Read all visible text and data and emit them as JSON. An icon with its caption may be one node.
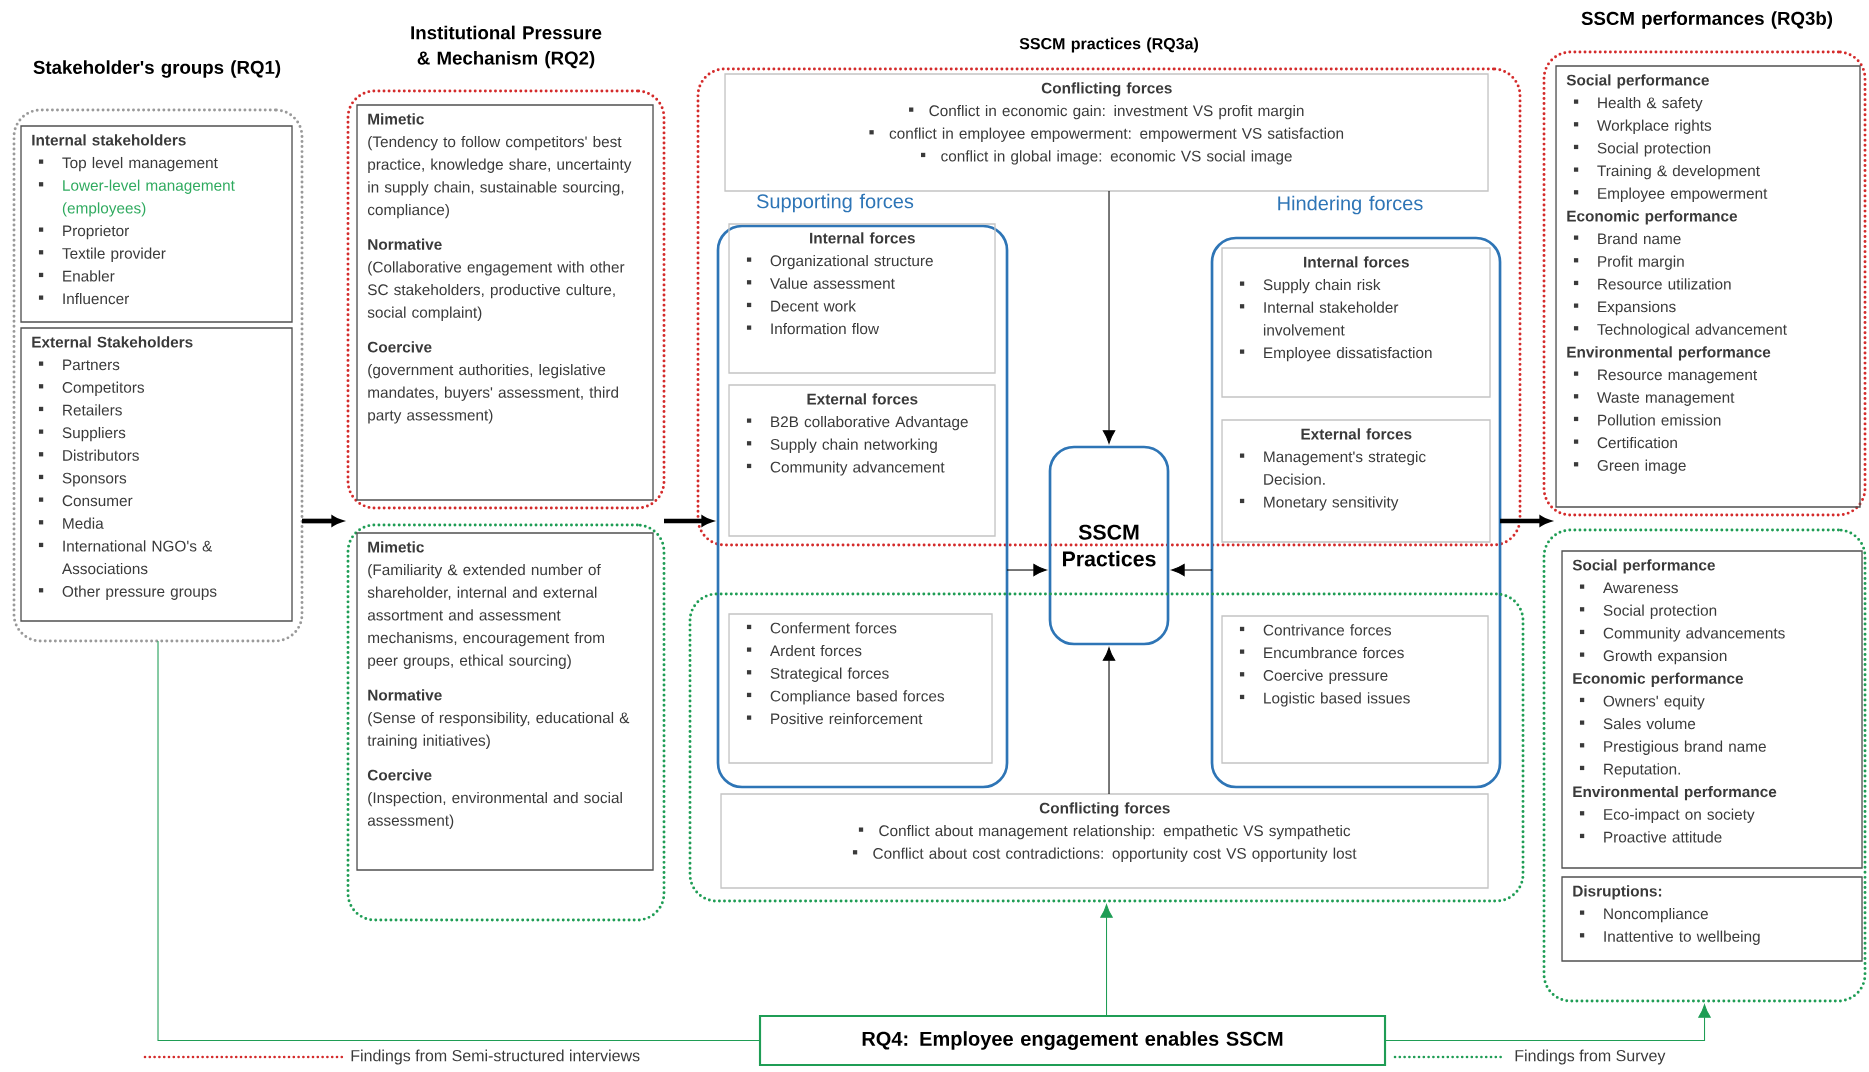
{
  "diagram": {
    "nodes": [
      {
        "text": [],
        "shape": "box"
      },
      {
        "text": [
          "Internal stakeholders",
          "Top level management",
          "Lower-level management (employees)",
          "Proprietor",
          "Textile provider",
          "Enabler",
          "Influencer"
        ],
        "in": 0
      },
      {
        "text": [
          "External Stakeholders",
          "Partners",
          "Competitors",
          "Retailers",
          "Suppliers",
          "Distributors",
          "Sponsors",
          "Consumer",
          "Media",
          "International NGO's & Associations",
          "Other pressure groups"
        ],
        "in": 0
      },
      {
        "text": [],
        "shape": "box"
      },
      {
        "text": [
          "Mimetic",
          "(Tendency to follow competitors' best practice, knowledge share, uncertainty in supply chain, sustainable sourcing, compliance)",
          "Normative",
          "(Collaborative engagement with other SC stakeholders, productive culture, social complaint)",
          "Coercive",
          "(government authorities, legislative mandates, buyers' assessment, third party assessment)"
        ],
        "in": 3
      },
      {
        "text": [],
        "shape": "box"
      },
      {
        "text": [
          "Mimetic",
          "(Familiarity & extended number of shareholder, internal and external assortment and assessment mechanisms, encouragement from peer groups, ethical sourcing)",
          "Normative",
          "(Sense of responsibility, educational & training initiatives)",
          "Coercive",
          "(Inspection, environmental and social assessment)"
        ],
        "in": 5
      },
      {
        "text": [],
        "shape": "box"
      },
      {
        "text": [
          "Conflicting forces",
          "Conflict in economic gain: investment VS profit margin",
          "conflict in employee empowerment: empowerment VS satisfaction",
          "conflict in global image: economic VS social image"
        ],
        "in": 7
      },
      {
        "text": [],
        "shape": "box"
      },
      {
        "text": [
          "Internal forces",
          "Organizational structure",
          "Value assessment",
          "Decent work",
          "Information flow"
        ]
      },
      {
        "text": [
          "External forces",
          "B2B collaborative Advantage",
          "Supply chain networking",
          "Community advancement"
        ]
      },
      {
        "text": [
          "Conferment forces",
          "Ardent forces",
          "Strategical forces",
          "Compliance based forces",
          "Positive reinforcement"
        ]
      },
      {
        "text": [
          "SSCM Practices"
        ]
      },
      {
        "text": [],
        "shape": "box"
      },
      {
        "text": [
          "Internal forces",
          "Supply chain risk",
          "Internal stakeholder involvement",
          "Employee dissatisfaction"
        ]
      },
      {
        "text": [
          "External forces",
          "Management's strategic Decision.",
          "Monetary sensitivity"
        ]
      },
      {
        "text": [
          "Contrivance forces",
          "Encumbrance forces",
          "Coercive pressure",
          "Logistic based issues"
        ]
      },
      {
        "text": [],
        "shape": "box"
      },
      {
        "text": [
          "Conflicting forces",
          "Conflict about management relationship: empathetic VS sympathetic",
          "Conflict about cost contradictions: opportunity cost VS opportunity lost"
        ],
        "in": 18
      },
      {
        "text": [],
        "shape": "box"
      },
      {
        "text": [
          "Social performance",
          "Health & safety",
          "Workplace rights",
          "Social protection",
          "Training & development",
          "Employee empowerment",
          "Economic performance",
          "Brand name",
          "Profit margin",
          "Resource utilization",
          "Expansions",
          "Technological advancement",
          "Environmental performance",
          "Resource management",
          "Waste management",
          "Pollution emission",
          "Certification",
          "Green image"
        ],
        "in": 20
      },
      {
        "text": [],
        "shape": "box"
      },
      {
        "text": [
          "Social performance",
          "Awareness",
          "Social protection",
          "Community advancements",
          "Growth expansion",
          "Economic performance",
          "Owners' equity",
          "Sales volume",
          "Prestigious brand name",
          "Reputation.",
          "Environmental performance",
          "Eco-impact on society",
          "Proactive attitude"
        ],
        "in": 22
      },
      {
        "text": [
          "Disruptions:",
          "Noncompliance",
          "Inattentive to wellbeing"
        ],
        "in": 22
      },
      {
        "text": [
          "RQ4:  Employee engagement enables SSCM"
        ]
      }
    ],
    "edges": [
      {
        "from": 0,
        "to": 5,
        "arrow": "to",
        "style": "thick"
      },
      {
        "from": 5,
        "to": 9,
        "arrow": "to",
        "style": "thick"
      },
      {
        "from": 14,
        "to": 21,
        "arrow": "to",
        "style": "thick"
      },
      {
        "from": 8,
        "to": 13,
        "arrow": "to"
      },
      {
        "from": 19,
        "to": 13,
        "arrow": "to"
      },
      {
        "from": 9,
        "to": 13,
        "arrow": "to"
      },
      {
        "from": 14,
        "to": 13,
        "arrow": "to"
      },
      {
        "from": 25,
        "to": 0,
        "arrow": "none",
        "color": "#1f9d55"
      },
      {
        "from": 25,
        "to": 18,
        "arrow": "to",
        "color": "#1f9d55"
      },
      {
        "from": 25,
        "to": 22,
        "arrow": "to",
        "color": "#1f9d55"
      }
    ],
    "labels": [
      "Stakeholder's groups (RQ1)",
      "Institutional Pressure & Mechanism (RQ2)",
      "SSCM practices (RQ3a)",
      "SSCM performances (RQ3b)",
      "Supporting forces",
      "Hindering forces"
    ],
    "legend": [
      {
        "text": "Findings from Semi-structured interviews"
      },
      {
        "text": "Findings from Survey"
      }
    ]
  }
}
